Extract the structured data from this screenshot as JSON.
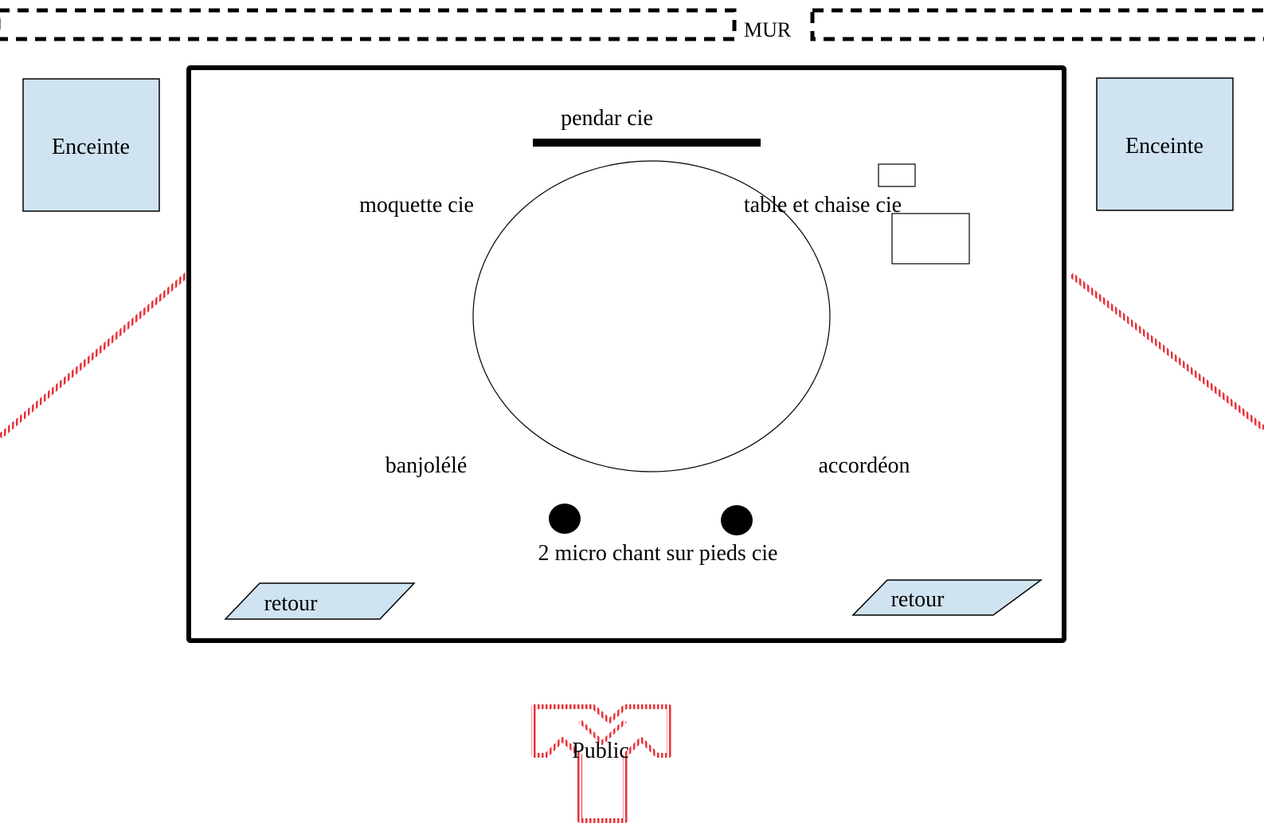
{
  "wall": {
    "label": "MUR"
  },
  "speakers": {
    "left": "Enceinte",
    "right": "Enceinte"
  },
  "stage": {
    "backdrop": "pendar cie",
    "carpet": "moquette cie",
    "table_chair": "table et chaise cie",
    "instrument_left": "banjolélé",
    "instrument_right": "accordéon",
    "mics": "2 micro chant sur pieds cie"
  },
  "monitors": {
    "left": "retour",
    "right": "retour"
  },
  "audience": {
    "label": "Public"
  },
  "colors": {
    "speaker_fill": "#cfe3f1",
    "audience_stroke": "#e8323a",
    "outline": "#000000"
  }
}
